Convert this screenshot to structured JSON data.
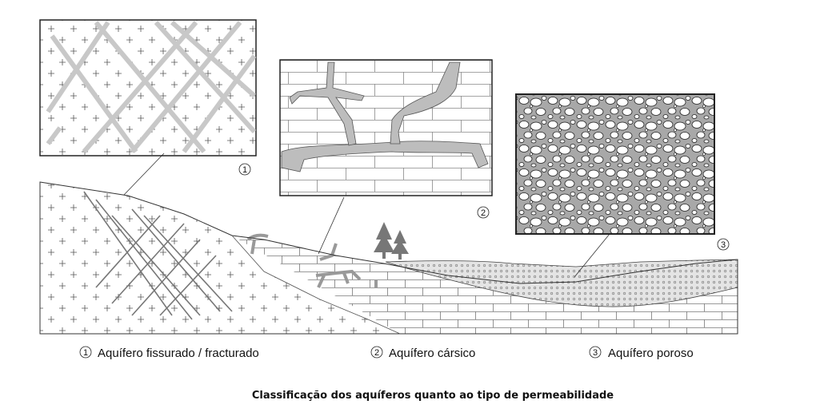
{
  "legend": [
    {
      "marker": "1",
      "label": "Aquífero fissurado / fracturado"
    },
    {
      "marker": "2",
      "label": "Aquífero cársico"
    },
    {
      "marker": "3",
      "label": "Aquífero poroso"
    }
  ],
  "caption": "Classificação dos aquíferos quanto ao tipo de permeabilidade",
  "colors": {
    "fracture": "#c8c8c8",
    "karst": "#bdbdbd",
    "porous_matrix": "#a8a8a8",
    "line": "#333333"
  }
}
